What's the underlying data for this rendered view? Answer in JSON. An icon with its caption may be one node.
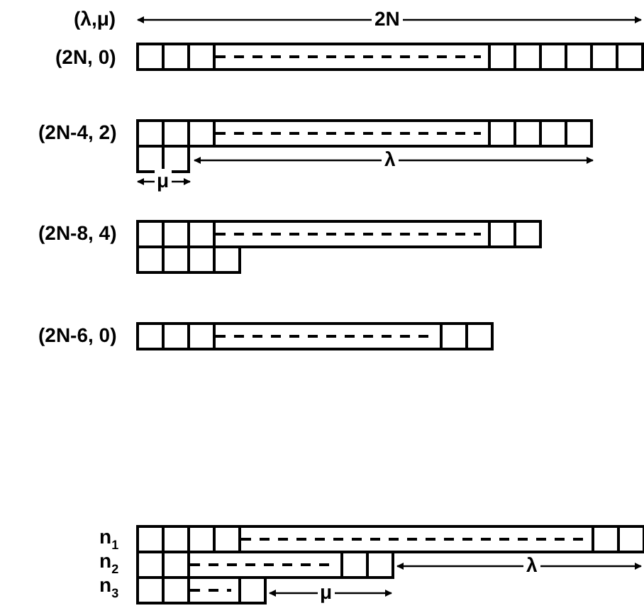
{
  "diagram": {
    "labels": [
      "(λ,μ)",
      "2N",
      "(2N, 0)",
      "(2N-4, 2)",
      "λ",
      "μ",
      "(2N-8, 4)",
      "(2N-6, 0)",
      "n$_{1}$",
      "n$_{2}$",
      "n$_{3}$",
      "λ",
      "μ"
    ]
  }
}
